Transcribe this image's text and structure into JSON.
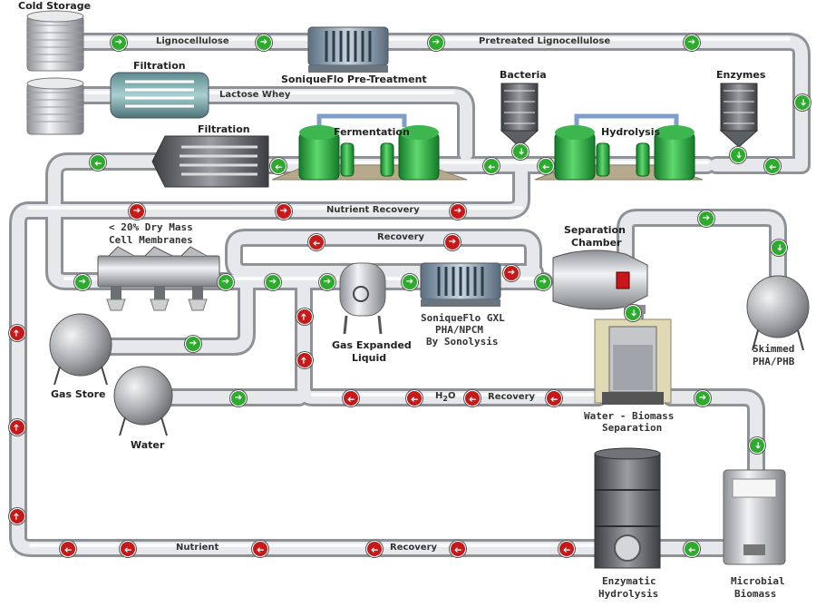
{
  "labels": {
    "cold_storage": "Cold Storage",
    "lignocellulose": "Lignocellulose",
    "pretreatment": "SoniqueFlo Pre-Treatment",
    "pretreated": "Pretreated Lignocellulose",
    "filtration_top": "Filtration",
    "lactose_whey": "Lactose Whey",
    "bacteria": "Bacteria",
    "enzymes": "Enzymes",
    "filtration_mid": "Filtration",
    "fermentation": "Fermentation",
    "hydrolysis": "Hydrolysis",
    "nutrient_recovery": "Nutrient Recovery",
    "dry_mass_1": "< 20% Dry Mass",
    "dry_mass_2": "Cell Membranes",
    "recovery_top": "Recovery",
    "separation_1": "Separation",
    "separation_2": "Chamber",
    "gxl_1": "SoniqueFlo GXL",
    "gxl_2": "PHA/NPCM",
    "gxl_3": "By Sonolysis",
    "gas_expanded_1": "Gas Expanded",
    "gas_expanded_2": "Liquid",
    "gas_store": "Gas Store",
    "water": "Water",
    "h2o_h": "H",
    "h2o_sub": "2",
    "h2o_o": "O",
    "recovery_water": "Recovery",
    "wbs_1": "Water - Biomass",
    "wbs_2": "Separation",
    "skimmed_1": "Skimmed",
    "skimmed_2": "PHA/PHB",
    "nutrient_bottom": "Nutrient",
    "recovery_bottom": "Recovery",
    "enzymatic_1": "Enzymatic",
    "enzymatic_2": "Hydrolysis",
    "microbial_1": "Microbial",
    "microbial_2": "Biomass"
  },
  "colors": {
    "flow_green": "#2eaa2e",
    "flow_red": "#c41a1a",
    "tank_green": "#33b24a",
    "pipe": "#d2d4d8"
  }
}
